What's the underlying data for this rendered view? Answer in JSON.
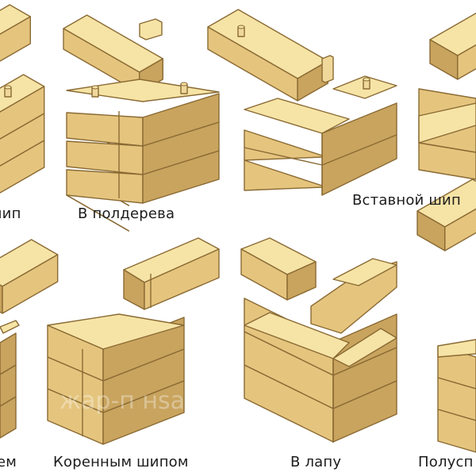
{
  "palette": {
    "top": "#f6e4a6",
    "front": "#e5c57e",
    "side": "#c9a45e",
    "edge": "#8a6a34",
    "peg": "#efd89a"
  },
  "labels": [
    "шип",
    "В полдерева",
    "Вставной шип",
    "ем",
    "Коренным шипом",
    "В лапу",
    "Полусп"
  ],
  "watermark": "жар-п    нsa.r"
}
